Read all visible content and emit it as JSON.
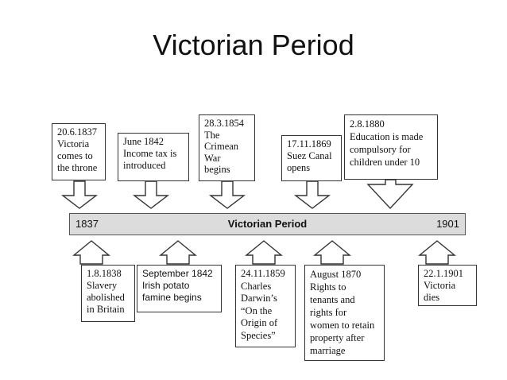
{
  "slide": {
    "title": "Victorian Period"
  },
  "timeline": {
    "start": "1837",
    "label": "Victorian Period",
    "end": "1901"
  },
  "events_above": [
    {
      "text": "20.6.1837\nVictoria\ncomes to\nthe throne"
    },
    {
      "text": "June 1842\nIncome tax is\nintroduced"
    },
    {
      "text": "28.3.1854\nThe\nCrimean\nWar\nbegins"
    },
    {
      "text": "17.11.1869\nSuez Canal\nopens"
    },
    {
      "text": "2.8.1880\nEducation is made\ncompulsory for\nchildren under 10"
    }
  ],
  "events_below": [
    {
      "text": "1.8.1838\nSlavery\nabolished\nin Britain"
    },
    {
      "text": "September 1842\nIrish potato\nfamine begins"
    },
    {
      "text": "24.11.1859\nCharles\nDarwin’s\n“On the\nOrigin of\nSpecies”"
    },
    {
      "text": "August 1870\nRights to\ntenants and\nrights for\nwomen to retain\nproperty after\nmarriage"
    },
    {
      "text": "22.1.1901\nVictoria\ndies"
    }
  ]
}
